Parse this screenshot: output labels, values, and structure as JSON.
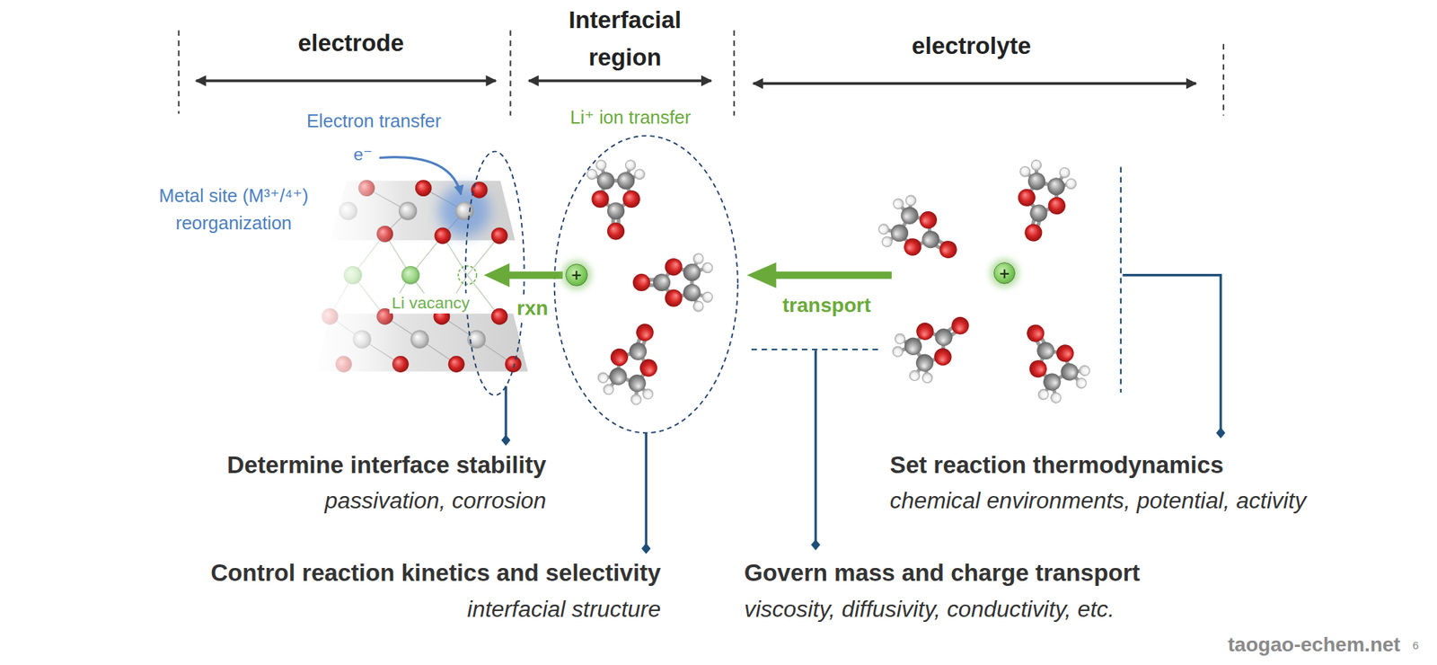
{
  "diagram": {
    "nodes": [
      {
        "text": [
          "+"
        ]
      },
      {
        "text": [
          "+"
        ]
      }
    ],
    "labels": [
      "electrode",
      "Interfacial region",
      "electrolyte",
      "Electron transfer",
      "e⁻",
      "Metal site (M³⁺/⁴⁺) reorganization",
      "Li vacancy",
      "rxn",
      "Li⁺ ion transfer",
      "transport",
      "Determine interface stability",
      "passivation, corrosion",
      "Control reaction kinetics and selectivity",
      "interfacial structure",
      "Set reaction thermodynamics",
      "chemical environments, potential, activity",
      "Govern mass and charge transport",
      "viscosity, diffusivity, conductivity, etc.",
      "taogao-echem.net",
      "6"
    ]
  }
}
